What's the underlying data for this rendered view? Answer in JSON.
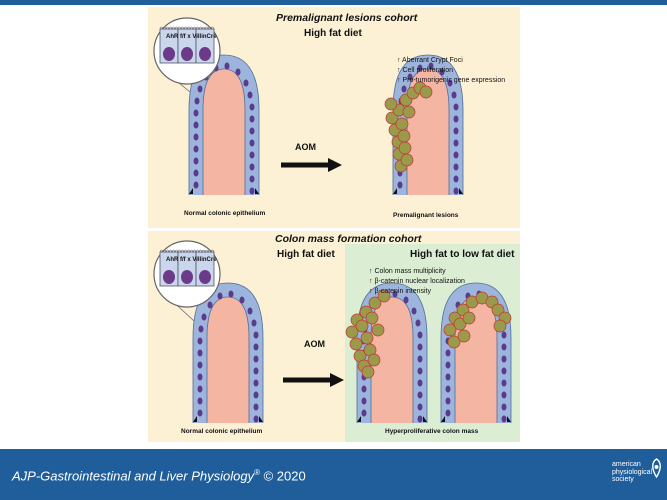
{
  "panel1": {
    "title": "Premalignant lesions cohort",
    "diet": "High fat diet",
    "genotype": "AhR f/f x VillinCre",
    "arrow_label": "AOM",
    "left_caption": "Normal colonic epithelium",
    "right_caption": "Premalignant lesions",
    "findings": [
      "↑ Aberrant Crypt Foci",
      "↑ Cell proliferation",
      "↑ Pro-tumorigenic gene expression"
    ]
  },
  "panel2": {
    "title": "Colon mass formation cohort",
    "diet": "High fat diet",
    "diet_switch": "High fat to low fat diet",
    "genotype": "AhR f/f x VillinCre",
    "arrow_label": "AOM",
    "left_caption": "Normal colonic epithelium",
    "right_caption": "Hyperproliferative colon mass",
    "findings": [
      "↑ Colon mass multiplicity",
      "↑ β-catenin nuclear localization",
      "↑ β-catenin intensity"
    ]
  },
  "footer": {
    "journal": "AJP-Gastrointestinal and Liver Physiology",
    "reg": "®",
    "year": "© 2020",
    "logo_lines": [
      "american",
      "physiological",
      "society"
    ]
  },
  "colors": {
    "brand_blue": "#1f5e9a",
    "panel_bg": "#fcf1d5",
    "green_bg": "#dbeed4",
    "crypt_tissue": "#f4b5a3",
    "epithelium": "#9db5dc",
    "nucleus": "#5b3c8c",
    "lesion": "#9b9a4a"
  },
  "icons": [
    "crypt-diagram",
    "magnifier-inset",
    "arrow-right-icon",
    "aps-logo-icon"
  ]
}
